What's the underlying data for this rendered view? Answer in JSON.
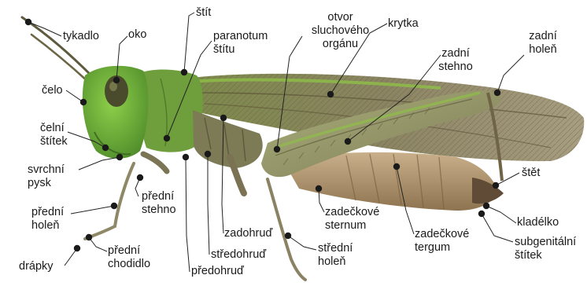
{
  "labels": {
    "tykadlo": "tykadlo",
    "oko": "oko",
    "stit": "štít",
    "otvor": "otvor\nsluchového\norgánu",
    "krytka": "krytka",
    "paranotum": "paranotum\nštítu",
    "zadni_stehno": "zadní\nstehno",
    "zadni_holen": "zadní\nholeň",
    "celo": "čelo",
    "celni_stitek": "čelní\nštítek",
    "svrchni_pysk": "svrchní\npysk",
    "predni_holen": "přední\nholeň",
    "drapky": "drápky",
    "predni_chodidlo": "přední\nchodidlo",
    "predni_stehno": "přední\nstehno",
    "zadohrud": "zadohruď",
    "stredohrud": "středohruď",
    "predohrud": "předohruď",
    "stredni_holen": "střední\nholeň",
    "zadeckove_sternum": "zadečkové\nsternum",
    "zadeckove_tergum": "zadečkové\ntergum",
    "stet": "štět",
    "kladelko": "kladélko",
    "subgenitalni_stitek": "subgenitální\nštítek"
  },
  "colors": {
    "leader_line": "#222222",
    "leader_dot": "#1a1a1a",
    "body_green": "#6fae3a",
    "wing_brown": "#8a8060",
    "abdomen_tan": "#b69a72"
  }
}
